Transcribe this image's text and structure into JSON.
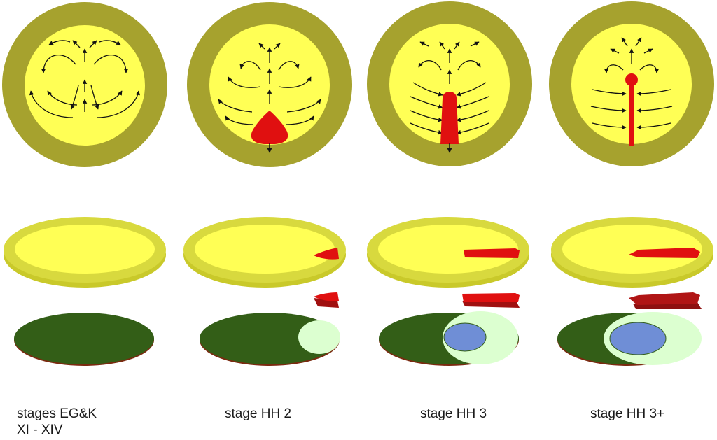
{
  "colors": {
    "area_opaca": "#a6a22e",
    "area_pellucida": "#ffff55",
    "disc_rim": "#d3d43a",
    "primitive_streak": "#e01010",
    "streak_side": "#a01010",
    "flow_arrow": "#111111",
    "epiblast_dark": "#335e17",
    "light_zone": "#dcffd0",
    "blue_zone": "#6f8ed6"
  },
  "stages": [
    {
      "label_line1": "stages EG&K",
      "label_line2": "XI - XIV"
    },
    {
      "label_line1": "stage HH 2",
      "label_line2": ""
    },
    {
      "label_line1": "stage HH 3",
      "label_line2": ""
    },
    {
      "label_line1": "stage HH 3+",
      "label_line2": ""
    }
  ]
}
